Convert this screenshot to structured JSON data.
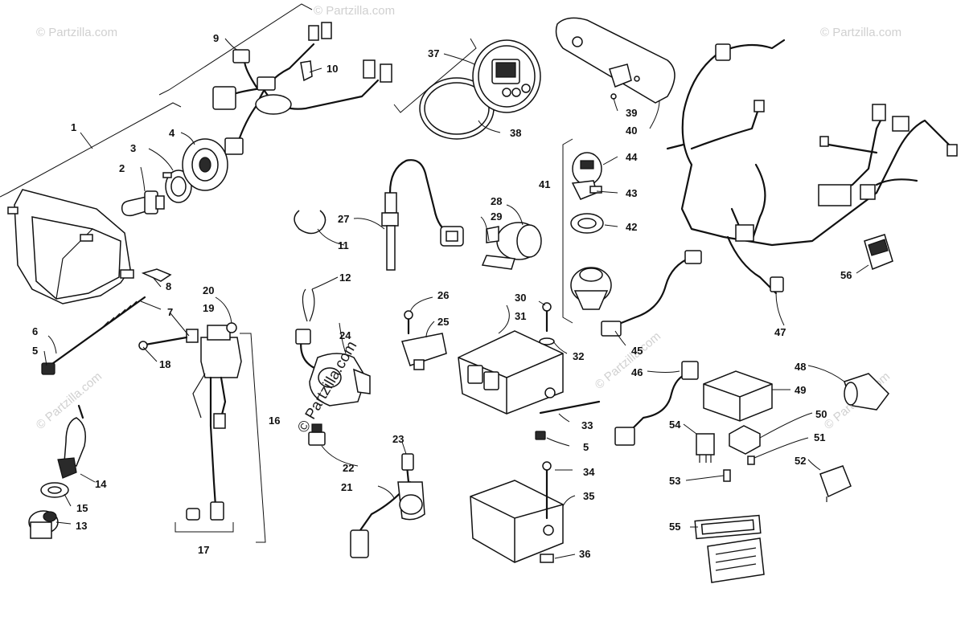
{
  "watermarks": {
    "main": "© Partzilla.com",
    "faded": "© Partzilla.com"
  },
  "callouts": [
    "1",
    "2",
    "3",
    "4",
    "5",
    "6",
    "7",
    "8",
    "9",
    "10",
    "11",
    "12",
    "13",
    "14",
    "15",
    "16",
    "17",
    "18",
    "19",
    "20",
    "21",
    "22",
    "23",
    "24",
    "25",
    "26",
    "27",
    "28",
    "29",
    "30",
    "31",
    "32",
    "33",
    "34",
    "35",
    "36",
    "37",
    "38",
    "39",
    "40",
    "41",
    "42",
    "43",
    "44",
    "45",
    "46",
    "47",
    "48",
    "49",
    "50",
    "51",
    "52",
    "53",
    "54",
    "55",
    "56"
  ],
  "callout_repeat_5": "5",
  "colors": {
    "line": "#111111",
    "watermark": "#d0d0d0",
    "background": "#ffffff"
  }
}
